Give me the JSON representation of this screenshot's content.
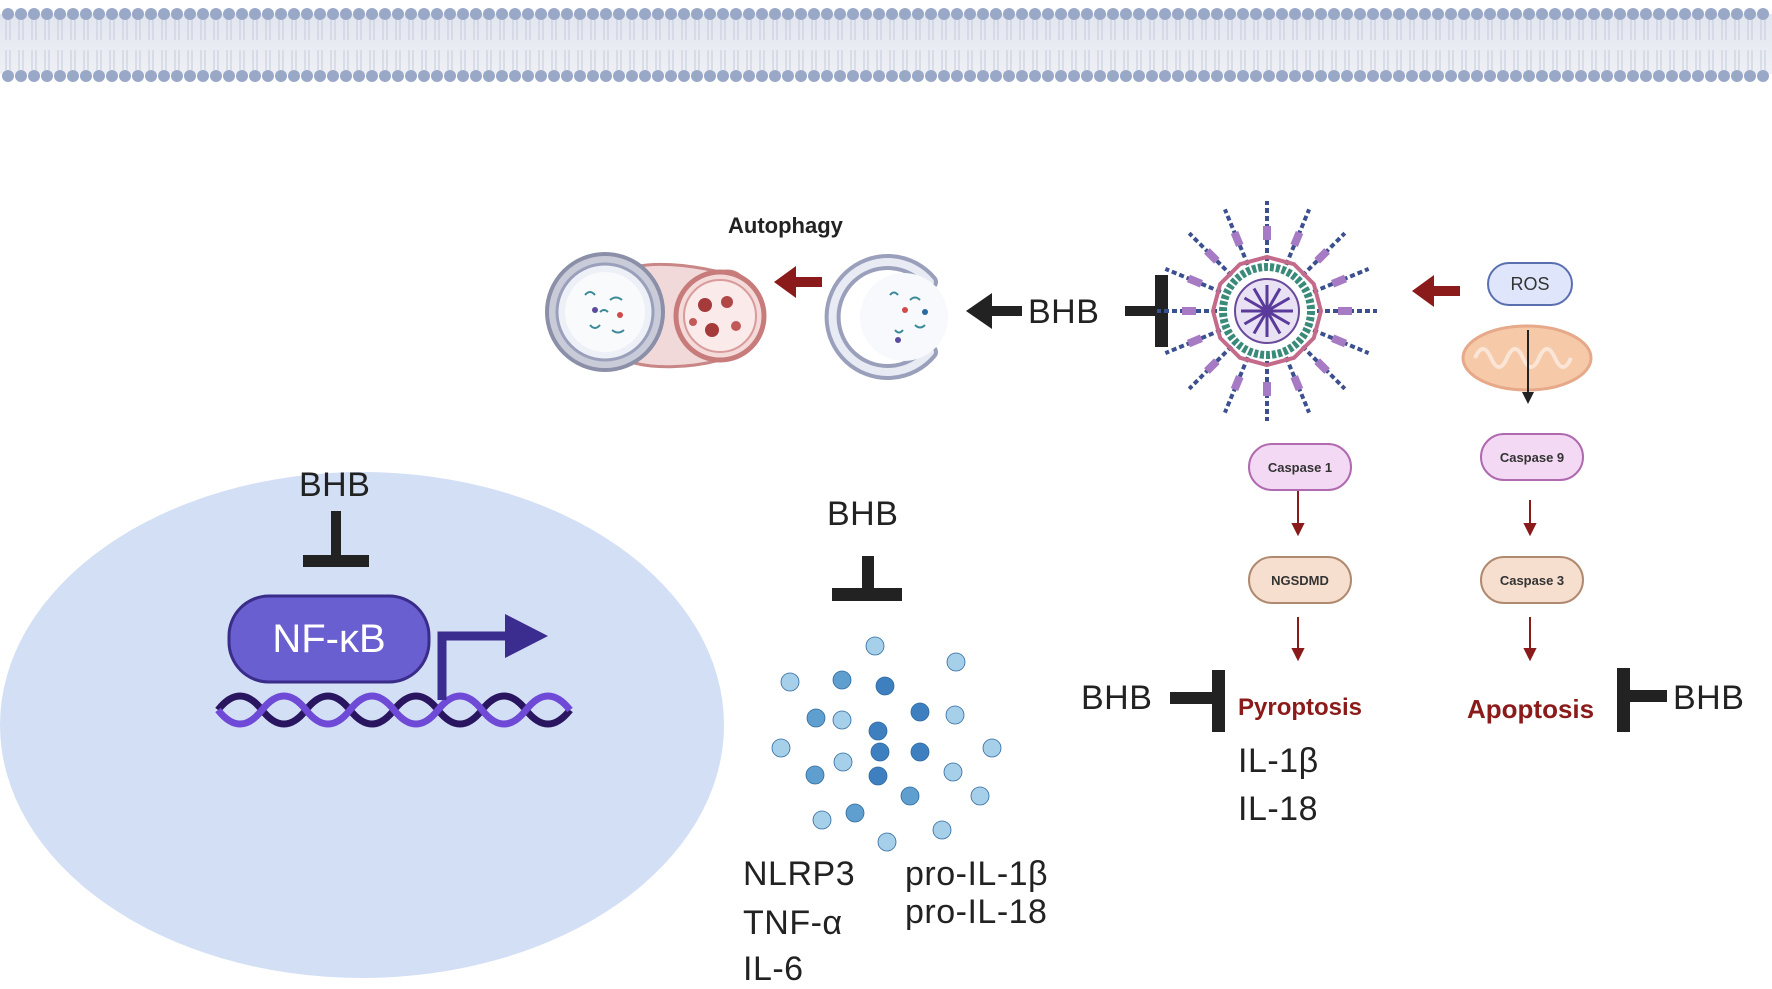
{
  "labels": {
    "autophagy": "Autophagy",
    "bhb": "BHB",
    "ros": "ROS",
    "caspase1": "Caspase 1",
    "caspase9": "Caspase 9",
    "ngsdmd": "NGSDMD",
    "caspase3": "Caspase 3",
    "pyroptosis": "Pyroptosis",
    "apoptosis": "Apoptosis",
    "il1b": "IL-1β",
    "il18": "IL-18",
    "nfkb": "NF-κB",
    "nlrp3": "NLRP3",
    "tnfa": "TNF-α",
    "il6": "IL-6",
    "pro_il1b": "pro-IL-1β",
    "pro_il18": "pro-IL-18"
  },
  "colors": {
    "membrane": "#9aa8c8",
    "nucleus": "#d3dff5",
    "nfkb": "#6a5fd1",
    "dna": "#4a2a8a",
    "red_arrow": "#8b1a1a",
    "caspase1_pill": "#f3d9f3",
    "caspase3_pill": "#f7dfcf",
    "ros_pill": "#dfe6fb"
  }
}
